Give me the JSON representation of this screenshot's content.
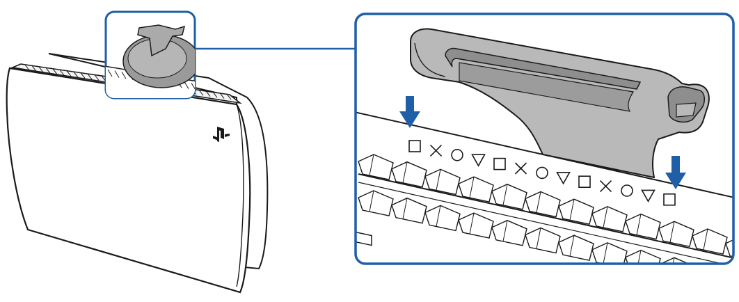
{
  "figure": {
    "frame_color": "#1f5fa8",
    "arrow_color": "#1f5fa8",
    "stand_color": "#b9b9b9",
    "stand_shadow_color": "#8e8e8e",
    "outline_color": "#1a1a1a",
    "symbol_sequence": [
      "square",
      "cross",
      "circle",
      "triangle",
      "square",
      "cross",
      "circle",
      "triangle",
      "square",
      "cross",
      "circle",
      "triangle",
      "square"
    ],
    "insert_arrows": 2
  }
}
